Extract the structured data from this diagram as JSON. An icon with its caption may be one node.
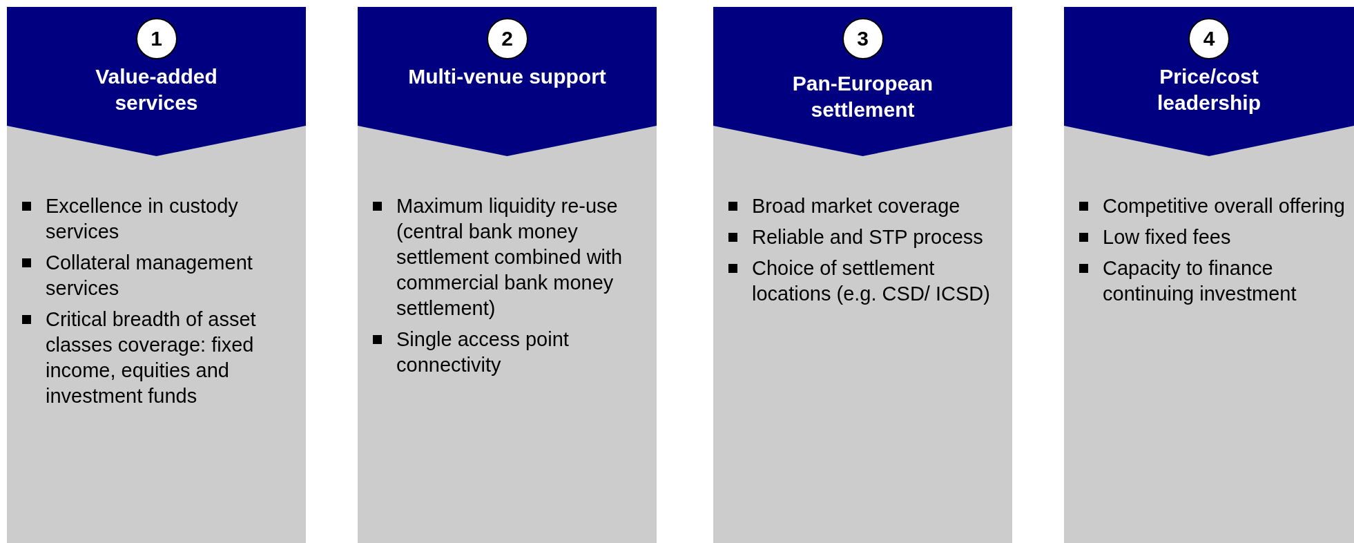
{
  "diagram": {
    "nodes": [
      {
        "text": [
          "Excellence in custody services",
          "Collateral management services",
          "Critical breadth of asset classes coverage: fixed income, equities and investment funds"
        ]
      },
      {
        "text": [
          "Value-added services"
        ],
        "in": 0
      },
      {
        "text": [
          "1"
        ],
        "in": 1
      },
      {
        "text": [
          "Maximum liquidity re-use (central bank money settlement combined with commercial bank money settlement)",
          "Single access point connectivity"
        ]
      },
      {
        "text": [
          "Multi-venue support"
        ],
        "in": 3
      },
      {
        "text": [
          "2"
        ],
        "in": 4
      },
      {
        "text": [
          "Broad market coverage",
          "Reliable and STP process",
          "Choice of settlement locations (e.g. CSD/ ICSD)"
        ]
      },
      {
        "text": [
          "Pan-European settlement"
        ],
        "in": 6
      },
      {
        "text": [
          "3"
        ],
        "in": 7
      },
      {
        "text": [
          "Competitive overall offering",
          "Low fixed fees",
          "Capacity to finance continuing investment"
        ]
      },
      {
        "text": [
          "Price/cost leadership"
        ],
        "in": 9
      },
      {
        "text": [
          "4"
        ],
        "in": 10
      }
    ]
  }
}
